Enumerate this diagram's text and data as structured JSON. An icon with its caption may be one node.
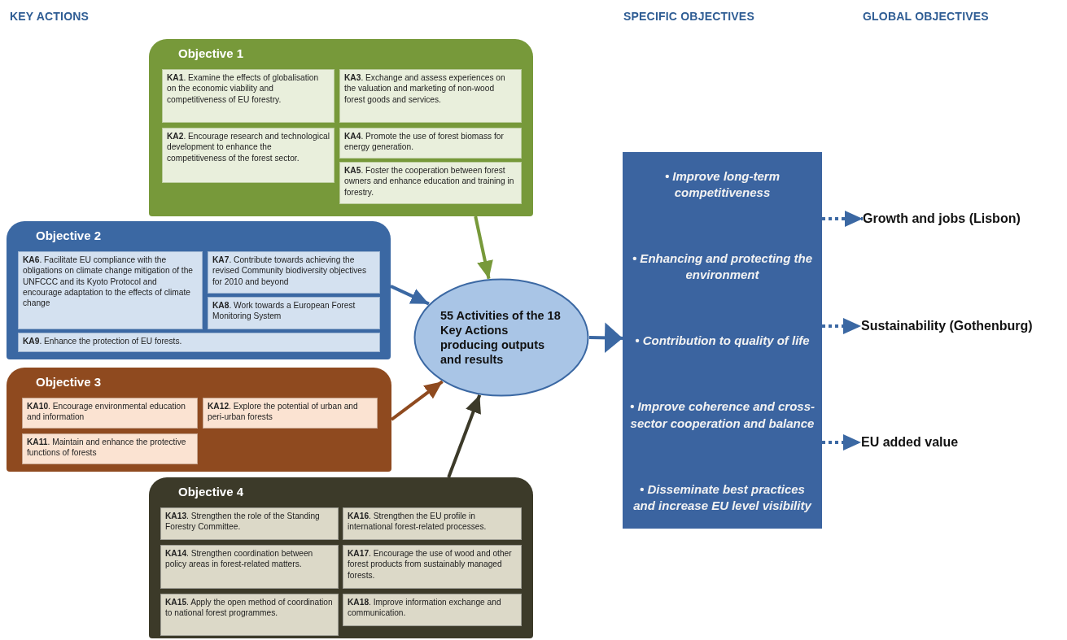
{
  "diagram": {
    "nodes": [
      {
        "text": [
          "Objective 1"
        ]
      },
      {
        "text": [
          "**KA1**. Examine the effects of globalisation on the economic viability and competitiveness of EU forestry."
        ],
        "in": 0
      },
      {
        "text": [
          "**KA2**. Encourage research and technological development to enhance the competitiveness of the forest sector."
        ],
        "in": 0
      },
      {
        "text": [
          "**KA3**. Exchange and assess experiences on the valuation and marketing of non-wood forest goods and services."
        ],
        "in": 0
      },
      {
        "text": [
          "**KA4**. Promote the use of forest biomass for energy generation."
        ],
        "in": 0
      },
      {
        "text": [
          "**KA5**. Foster the cooperation between forest owners and enhance education and training in forestry."
        ],
        "in": 0
      },
      {
        "text": [
          "Objective 2"
        ]
      },
      {
        "text": [
          "**KA6**. Facilitate EU compliance with the obligations on climate change mitigation of the UNFCCC and its Kyoto Protocol and encourage adaptation to the effects of climate change"
        ],
        "in": 6
      },
      {
        "text": [
          "**KA7**. Contribute towards achieving the revised Community biodiversity objectives for 2010 and beyond"
        ],
        "in": 6
      },
      {
        "text": [
          "**KA8**. Work towards a European Forest Monitoring System"
        ],
        "in": 6
      },
      {
        "text": [
          "**KA9**. Enhance the protection of EU forests."
        ],
        "in": 6
      },
      {
        "text": [
          "Objective 3"
        ]
      },
      {
        "text": [
          "**KA10**. Encourage environmental education and information"
        ],
        "in": 11
      },
      {
        "text": [
          "**KA11**. Maintain and enhance the protective functions of forests"
        ],
        "in": 11
      },
      {
        "text": [
          "**KA12**. Explore the potential of urban and peri-urban forests"
        ],
        "in": 11
      },
      {
        "text": [
          "Objective 4"
        ]
      },
      {
        "text": [
          "**KA13**. Strengthen the role of the Standing Forestry Committee."
        ],
        "in": 15
      },
      {
        "text": [
          "**KA14**. Strengthen coordination between policy areas in forest-related matters."
        ],
        "in": 15
      },
      {
        "text": [
          "**KA15**. Apply the open method of coordination to national forest programmes."
        ],
        "in": 15
      },
      {
        "text": [
          "**KA16**. Strengthen the EU profile in international forest-related processes."
        ],
        "in": 15
      },
      {
        "text": [
          "**KA17**. Encourage the use of wood and other forest products from sustainably managed forests."
        ],
        "in": 15
      },
      {
        "text": [
          "**KA18**. Improve information exchange and communication."
        ],
        "in": 15
      },
      {
        "text": [
          "55 Activities of the 18 Key Actions producing outputs and results"
        ]
      },
      {
        "text": [
          "• Improve long-term competitiveness",
          "• Enhancing and protecting the environment",
          "• Contribution to quality of life",
          "• Improve coherence and cross-sector cooperation and balance",
          "• Disseminate best practices and increase EU level visibility"
        ]
      },
      {
        "text": [
          "Growth and jobs (Lisbon)"
        ]
      },
      {
        "text": [
          "Sustainability (Gothenburg)"
        ]
      },
      {
        "text": [
          "EU added value"
        ]
      }
    ],
    "edges": [
      {
        "from": 0,
        "to": 22,
        "arrow": "to",
        "color": "#77993a"
      },
      {
        "from": 6,
        "to": 22,
        "arrow": "to"
      },
      {
        "from": 11,
        "to": 22,
        "arrow": "to",
        "color": "#8f4a1f"
      },
      {
        "from": 15,
        "to": 22,
        "arrow": "to",
        "color": "#3c3a29"
      },
      {
        "from": 22,
        "to": 23,
        "arrow": "to"
      },
      {
        "from": 23,
        "to": 24,
        "arrow": "to",
        "style": "dashed"
      },
      {
        "from": 23,
        "to": 25,
        "arrow": "to",
        "style": "dashed"
      },
      {
        "from": 23,
        "to": 26,
        "arrow": "to",
        "style": "dashed"
      }
    ],
    "labels": [
      "KEY ACTIONS",
      "SPECIFIC OBJECTIVES",
      "GLOBAL OBJECTIVES"
    ]
  }
}
